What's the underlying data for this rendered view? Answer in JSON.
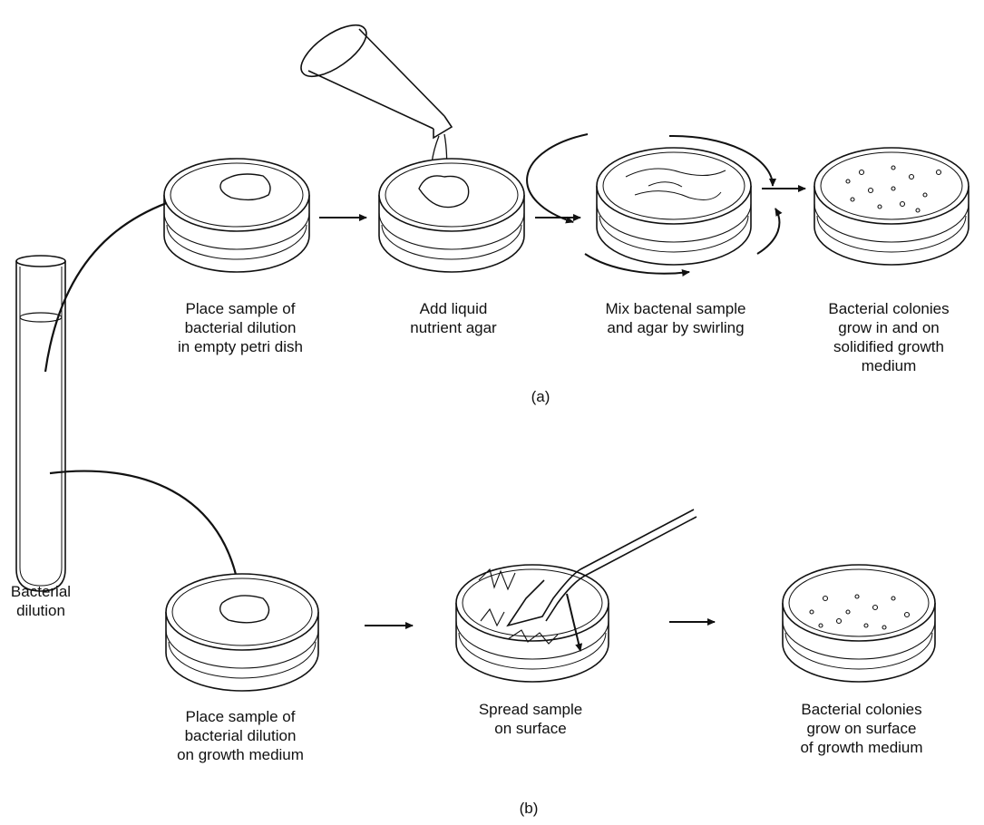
{
  "figure": {
    "tube_label": [
      "Bacterial",
      "dilution"
    ],
    "panel_a": {
      "tag": "(a)",
      "steps": [
        {
          "caption": [
            "Place sample of",
            "bacterial dilution",
            "in empty petri dish"
          ]
        },
        {
          "caption": [
            "Add liquid",
            "nutrient agar"
          ]
        },
        {
          "caption": [
            "Mix bactenal sample",
            "and agar by swirling"
          ]
        },
        {
          "caption": [
            "Bacterial colonies",
            "grow in and on",
            "solidified growth",
            "medium"
          ]
        }
      ]
    },
    "panel_b": {
      "tag": "(b)",
      "steps": [
        {
          "caption": [
            "Place sample of",
            "bacterial dilution",
            "on growth medium"
          ]
        },
        {
          "caption": [
            "Spread sample",
            "on surface"
          ]
        },
        {
          "caption": [
            "Bacterial colonies",
            "grow on surface",
            "of growth medium"
          ]
        }
      ]
    }
  },
  "colors": {
    "ink": "#111111",
    "paper": "#ffffff"
  }
}
